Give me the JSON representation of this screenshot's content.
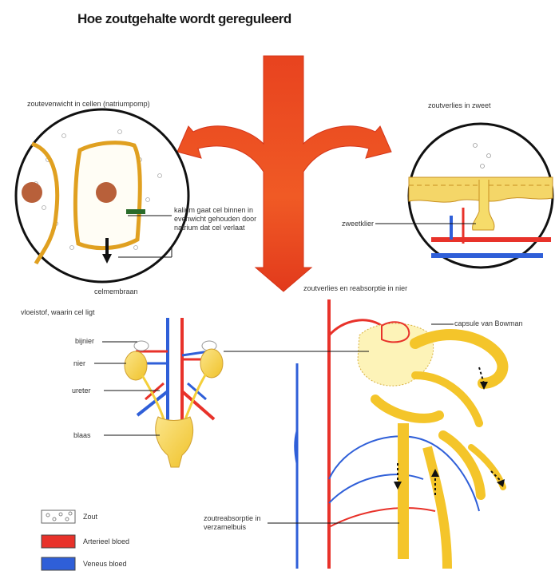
{
  "title": "Hoe zoutgehalte wordt gereguleerd",
  "labels": {
    "cell_balance": "zoutevenwicht in cellen (natriumpomp)",
    "sweat_loss": "zoutverlies in zweet",
    "potassium_note": "kalium gaat cel binnen in evenwicht gehouden door natrium dat cel verlaat",
    "sweat_gland": "zweetklier",
    "cell_membrane": "celmembraan",
    "fluid": "vloeistof, waarin cel ligt",
    "kidney_loss": "zoutverlies en reabsorptie in nier",
    "adrenal": "bijnier",
    "kidney": "nier",
    "ureter": "ureter",
    "bladder": "blaas",
    "bowman": "capsule van Bowman",
    "reabsorption": "zoutreabsorptie in verzamelbuis"
  },
  "legend": [
    {
      "label": "Zout",
      "color": "#ffffff",
      "kind": "salt"
    },
    {
      "label": "Arterieel bloed",
      "color": "#e8322a",
      "kind": "artery"
    },
    {
      "label": "Veneus bloed",
      "color": "#2f5fd8",
      "kind": "vein"
    }
  ],
  "colors": {
    "arrow": "#e8431f",
    "artery": "#e8322a",
    "vein": "#2f5fd8",
    "cell_wall": "#e0a020",
    "organ": "#f4cf3a"
  }
}
